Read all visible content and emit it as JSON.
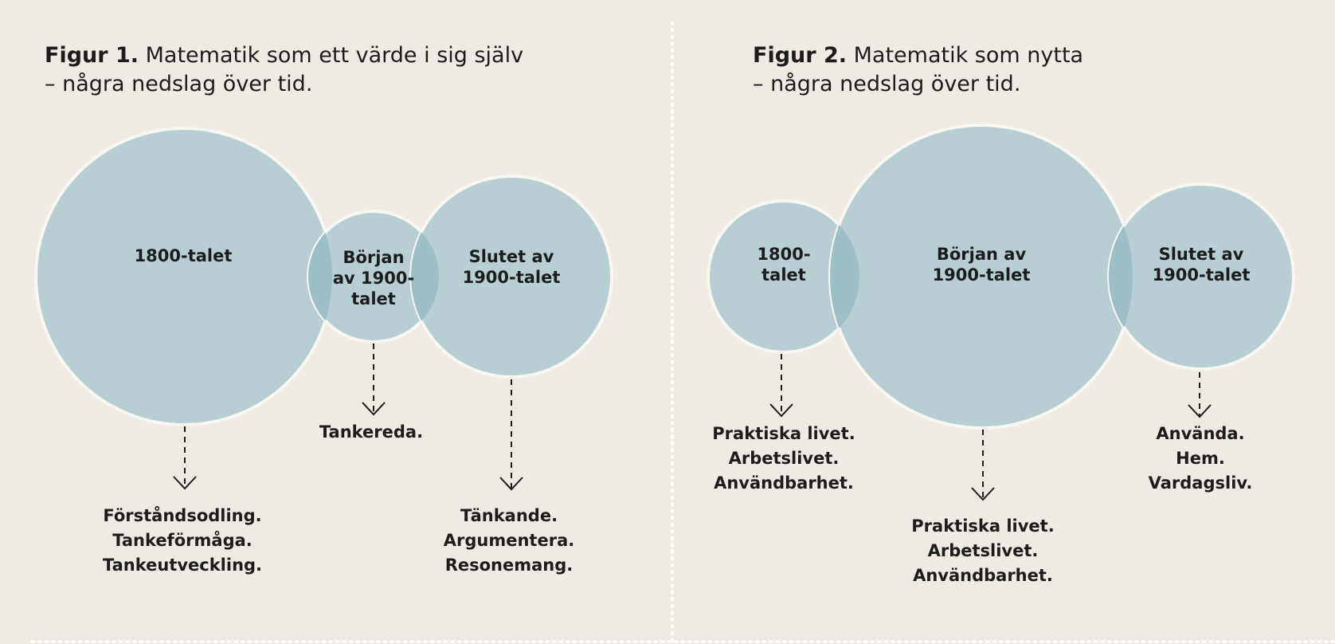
{
  "colors": {
    "background": "#efebe4",
    "circle_fill": "#b7cfd3",
    "circle_overlap": "#9dbfc6",
    "circle_stroke": "#f8f6f1",
    "text": "#1c1c1c",
    "divider": "#ffffff"
  },
  "figures": [
    {
      "label": "Figur 1.",
      "title_line1": "Matematik som ett värde i sig själv",
      "title_line2": "– några nedslag över tid.",
      "periods": [
        {
          "label_lines": [
            "1800-talet"
          ],
          "size": "large",
          "description_lines": [
            "Förståndsodling.",
            "Tankeförmåga.",
            "Tankeutveckling."
          ]
        },
        {
          "label_lines": [
            "Början",
            "av 1900-",
            "talet"
          ],
          "size": "small",
          "description_lines": [
            "Tankereda."
          ]
        },
        {
          "label_lines": [
            "Slutet av",
            "1900-talet"
          ],
          "size": "medium",
          "description_lines": [
            "Tänkande.",
            "Argumentera.",
            "Resonemang."
          ]
        }
      ]
    },
    {
      "label": "Figur 2.",
      "title_line1": "Matematik som nytta",
      "title_line2": "– några nedslag över tid.",
      "periods": [
        {
          "label_lines": [
            "1800-",
            "talet"
          ],
          "size": "small",
          "description_lines": [
            "Praktiska livet.",
            "Arbetslivet.",
            "Användbarhet."
          ]
        },
        {
          "label_lines": [
            "Början av",
            "1900-talet"
          ],
          "size": "large",
          "description_lines": [
            "Praktiska livet.",
            "Arbetslivet.",
            "Användbarhet."
          ]
        },
        {
          "label_lines": [
            "Slutet av",
            "1900-talet"
          ],
          "size": "medium",
          "description_lines": [
            "Använda.",
            "Hem.",
            "Vardagsliv."
          ]
        }
      ]
    }
  ]
}
